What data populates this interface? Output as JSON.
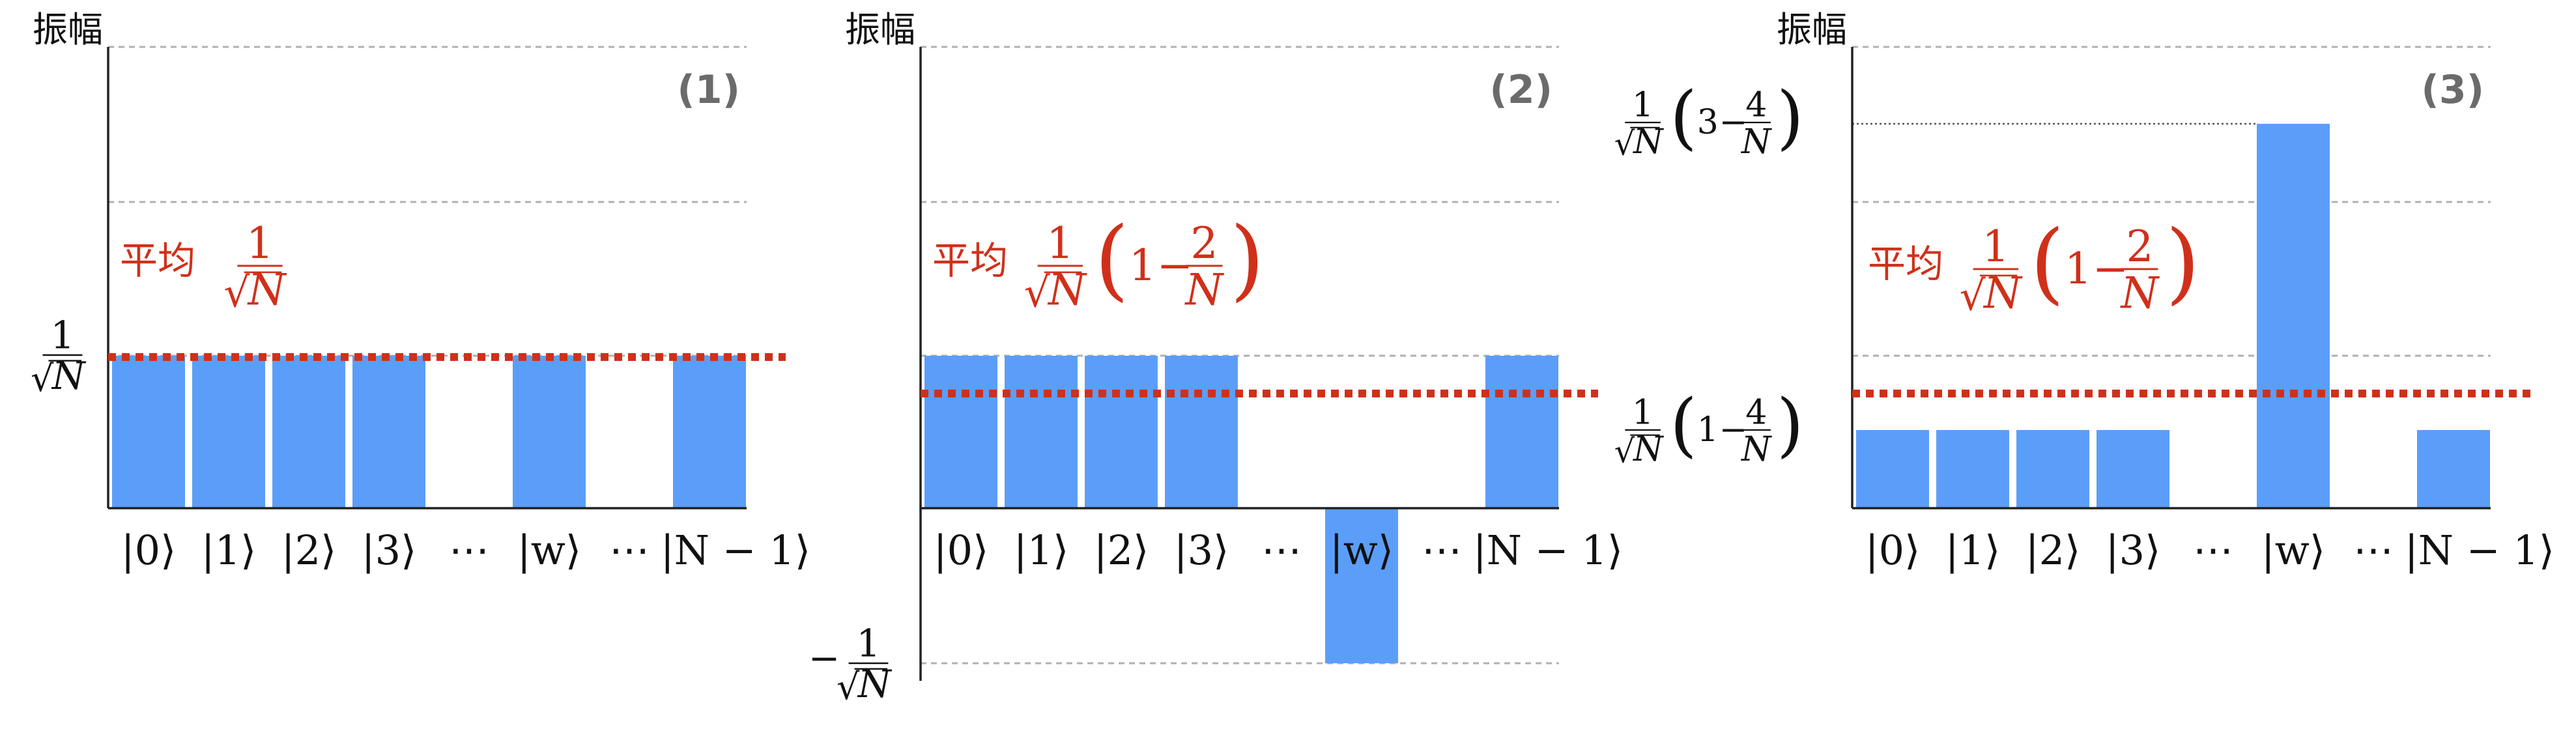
{
  "colors": {
    "bar": "#5b9ef9",
    "average": "#d0301a",
    "axis": "#222222",
    "guide": "#b0b0b0"
  },
  "axis_title": "振幅",
  "tick_labels": [
    "|0⟩",
    "|1⟩",
    "|2⟩",
    "|3⟩",
    "⋯",
    "|w⟩",
    "⋯",
    "|N − 1⟩"
  ],
  "chart_data": [
    {
      "type": "bar",
      "panel": "(1)",
      "ylabel": "振幅",
      "categories": [
        "|0⟩",
        "|1⟩",
        "|2⟩",
        "|3⟩",
        "⋯",
        "|w⟩",
        "⋯",
        "|N − 1⟩"
      ],
      "values": [
        "1/√N",
        "1/√N",
        "1/√N",
        "1/√N",
        null,
        "1/√N",
        null,
        "1/√N"
      ],
      "average": "1/√N",
      "y_tick_labels": [
        "1/√N"
      ],
      "annotation": "平均 1/√N"
    },
    {
      "type": "bar",
      "panel": "(2)",
      "ylabel": "振幅",
      "categories": [
        "|0⟩",
        "|1⟩",
        "|2⟩",
        "|3⟩",
        "⋯",
        "|w⟩",
        "⋯",
        "|N − 1⟩"
      ],
      "values": [
        "1/√N",
        "1/√N",
        "1/√N",
        "1/√N",
        null,
        "−1/√N",
        null,
        "1/√N"
      ],
      "average": "(1/√N)(1 − 2/N)",
      "y_tick_labels": [
        "−1/√N"
      ],
      "annotation": "平均 (1/√N)(1 − 2/N)"
    },
    {
      "type": "bar",
      "panel": "(3)",
      "ylabel": "振幅",
      "categories": [
        "|0⟩",
        "|1⟩",
        "|2⟩",
        "|3⟩",
        "⋯",
        "|w⟩",
        "⋯",
        "|N − 1⟩"
      ],
      "values": [
        "(1/√N)(1 − 4/N)",
        "(1/√N)(1 − 4/N)",
        "(1/√N)(1 − 4/N)",
        "(1/√N)(1 − 4/N)",
        null,
        "(1/√N)(3 − 4/N)",
        null,
        "(1/√N)(1 − 4/N)"
      ],
      "average": "(1/√N)(1 − 2/N)",
      "y_tick_labels": [
        "(1/√N)(3 − 4/N)",
        "(1/√N)(1 − 4/N)"
      ],
      "annotation": "平均 (1/√N)(1 − 2/N)"
    }
  ],
  "math": {
    "one": "1",
    "N": "N",
    "sqrt": "√",
    "minus": "−",
    "two": "2",
    "three": "3",
    "four": "4",
    "lparen": "(",
    "rparen": ")",
    "average_word": "平均"
  }
}
